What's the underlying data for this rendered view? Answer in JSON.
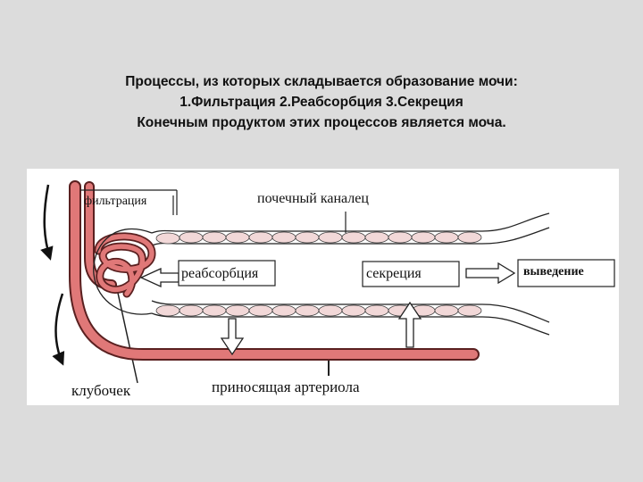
{
  "title": {
    "line1": "Процессы, из которых складывается образование мочи:",
    "line2": "1.Фильтрация  2.Реабсорбция  3.Секреция",
    "line3": "Конечным продуктом этих процессов является моча."
  },
  "diagram": {
    "labels": {
      "filtration": "фильтрация",
      "tubule": "почечный каналец",
      "reabsorption": "реабсорбция",
      "secretion": "секреция",
      "excretion": "выведение",
      "glomerulus": "клубочек",
      "arteriole": "приносящая артериола"
    },
    "colors": {
      "vessel": "#e07878",
      "vessel_outline": "#5a2020",
      "tubule_cells": "#f2d8d8",
      "outline": "#222222",
      "arrow_fill": "#ffffff"
    }
  }
}
